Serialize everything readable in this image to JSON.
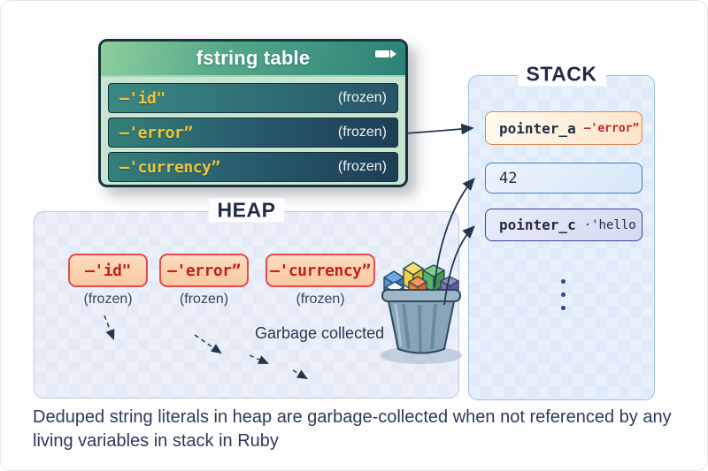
{
  "fstring_table": {
    "title": "fstring table",
    "header_icon": "battery-arrow-icon",
    "rows": [
      {
        "value": "–'id\"",
        "status": "(frozen)"
      },
      {
        "value": "–'error”",
        "status": "(frozen)"
      },
      {
        "value": "–'currency”",
        "status": "(frozen)"
      }
    ]
  },
  "stack": {
    "title": "STACK",
    "slots": [
      {
        "label": "pointer_a",
        "value": "–'error”"
      },
      {
        "label": "42",
        "value": ""
      },
      {
        "label": "pointer_c",
        "value": "·'hello"
      }
    ]
  },
  "heap": {
    "title": "HEAP",
    "literals": [
      {
        "value": "–'id\"",
        "status": "(frozen)"
      },
      {
        "value": "–'error”",
        "status": "(frozen)"
      },
      {
        "value": "–'currency”",
        "status": "(frozen)"
      }
    ],
    "garbage_label": "Garbage collected"
  },
  "caption": {
    "text": "Deduped string literals in heap are garbage-collected when not referenced by any living variables in stack in Ruby"
  },
  "icons": {
    "table_header": "battery-arrow-icon",
    "garbage": "trash-can-icon",
    "stack_more": "vertical-ellipsis-icon"
  },
  "colors": {
    "table_header_green": "#55a989",
    "table_row_teal": "#26566b",
    "string_yellow": "#f1c438",
    "literal_red": "#c41f1f",
    "literal_bg": "#f9c9a1",
    "stack_bg": "#dfeafa",
    "heap_bg": "#e4ebf7",
    "pointer_a_border": "#e08a4a",
    "int_border": "#3f7fc2",
    "pointer_c_border": "#35469b",
    "arrow_ink": "#24364e"
  }
}
